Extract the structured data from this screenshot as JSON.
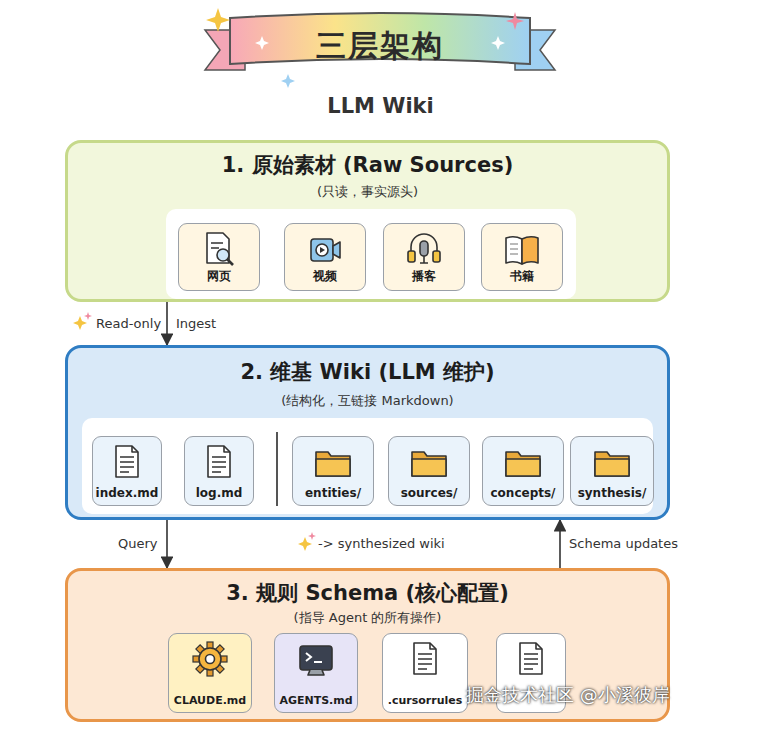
{
  "diagram": {
    "title": "三层架构",
    "nodes": [
      {
        "text": [
          "1. 原始素材 (Raw Sources)",
          "(只读，事实源头)"
        ]
      },
      {
        "text": [
          "网页"
        ],
        "in": 0
      },
      {
        "text": [
          "视频"
        ],
        "in": 0
      },
      {
        "text": [
          "播客"
        ],
        "in": 0
      },
      {
        "text": [
          "书籍"
        ],
        "in": 0
      },
      {
        "text": [
          "2. 维基 Wiki (LLM 维护)",
          "(结构化，互链接 Markdown)"
        ]
      },
      {
        "text": [
          "index.md"
        ],
        "in": 5
      },
      {
        "text": [
          "log.md"
        ],
        "in": 5
      },
      {
        "text": [
          "entities/"
        ],
        "in": 5
      },
      {
        "text": [
          "sources/"
        ],
        "in": 5
      },
      {
        "text": [
          "concepts/"
        ],
        "in": 5
      },
      {
        "text": [
          "synthesis/"
        ],
        "in": 5
      },
      {
        "text": [
          "3. 规则 Schema (核心配置)",
          "(指导 Agent 的所有操作)"
        ]
      },
      {
        "text": [
          "CLAUDE.md"
        ],
        "in": 12
      },
      {
        "text": [
          "AGENTS.md"
        ],
        "in": 12
      },
      {
        "text": [
          ".cursorrules"
        ],
        "in": 12
      }
    ],
    "edges": [
      {
        "from": 0,
        "to": 5,
        "arrow": "to",
        "label": "Ingest"
      },
      {
        "from": 5,
        "to": 12,
        "arrow": "to",
        "label": "Query"
      },
      {
        "from": 12,
        "to": 5,
        "arrow": "to",
        "label": "Schema updates"
      }
    ],
    "labels": [
      "LLM Wiki",
      "Read-only",
      "-> synthesized wiki",
      "掘金技术社区 @小溪彼岸"
    ]
  }
}
